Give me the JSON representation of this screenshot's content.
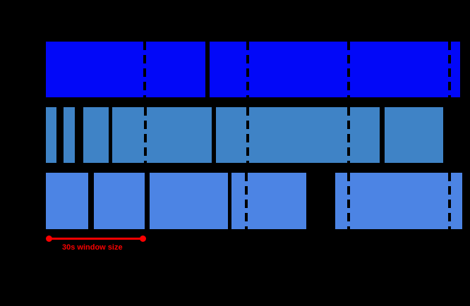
{
  "figure": {
    "background_color": "#000000",
    "visible_text": [
      "30s window size"
    ]
  },
  "chart_data": {
    "type": "bar",
    "subtype": "segment-timeline",
    "title": "",
    "xlabel": "",
    "ylabel": "",
    "x_unit": "seconds",
    "x_range_s": [
      0,
      125
    ],
    "window_size_s": 30,
    "grid": "dashed vertical window boundaries drawn over bars",
    "rows": [
      {
        "name": "row-1",
        "color": "#0208f8",
        "segments_s": [
          [
            0,
            47.4
          ],
          [
            48.7,
            123.1
          ]
        ],
        "window_boundaries_s": [
          29.4,
          60,
          90,
          120
        ]
      },
      {
        "name": "row-2",
        "color": "#3f83c6",
        "segments_s": [
          [
            0,
            3.1
          ],
          [
            5.2,
            8.6
          ],
          [
            11.1,
            18.7
          ],
          [
            19.8,
            49.3
          ],
          [
            50.6,
            99.2
          ],
          [
            100.7,
            118.1
          ]
        ],
        "window_boundaries_s": [
          29.6,
          60,
          90
        ]
      },
      {
        "name": "row-3",
        "color": "#4c84e4",
        "segments_s": [
          [
            0,
            12.6
          ],
          [
            14.3,
            29.4
          ],
          [
            30.8,
            54.1
          ],
          [
            55.2,
            77.4
          ],
          [
            86,
            123.8
          ]
        ],
        "window_boundaries_s": [
          59.6,
          90,
          120
        ]
      }
    ],
    "annotation": {
      "label": "30s window size",
      "color": "#fa0000",
      "from_s": 0.8,
      "to_s": 29,
      "marker": "round-dot-endpoints"
    }
  }
}
